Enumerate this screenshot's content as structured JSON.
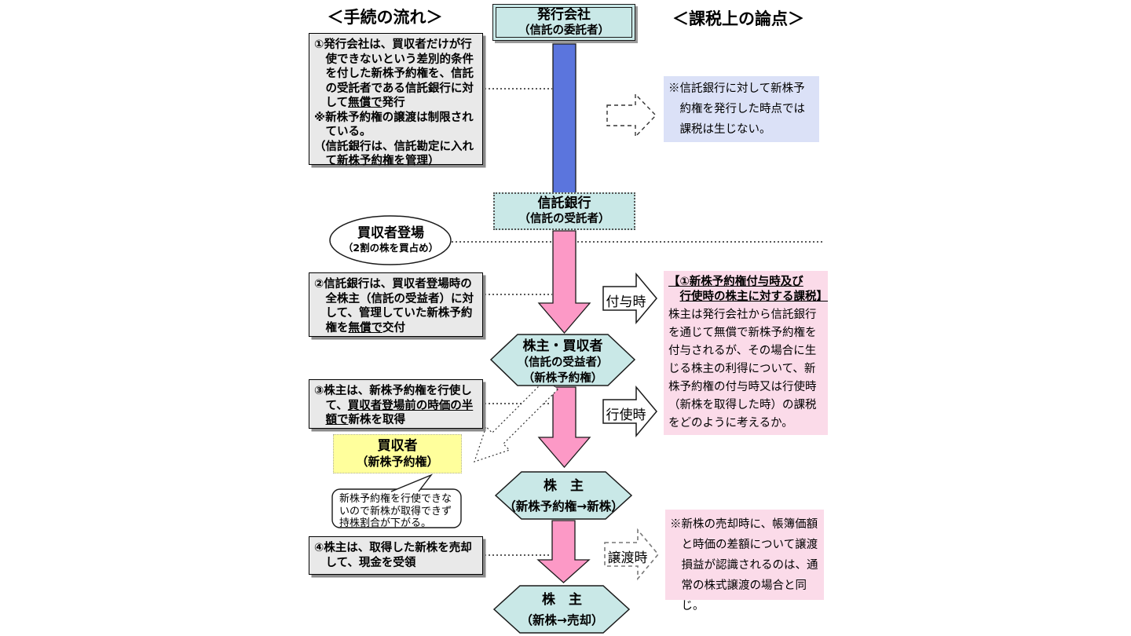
{
  "colors": {
    "flow_blue": "#5b75dd",
    "flow_pink": "#fc99c6",
    "entity_cyan": "#c9e8e7",
    "note_blue_bg": "#dbe1f7",
    "note_pink_bg": "#fbdbe9",
    "acquirer_yellow": "#ffff9c",
    "step_gray": "#e9e9e9"
  },
  "headers": {
    "procedure": "＜手続の流れ＞",
    "tax": "＜課税上の論点＞"
  },
  "entities": {
    "issuer": {
      "title": "発行会社",
      "subtitle": "（信託の委託者）"
    },
    "trust_bank": {
      "title": "信託銀行",
      "subtitle": "（信託の受託者）"
    },
    "shareholder_acquirer": {
      "title": "株主・買収者",
      "subtitle1": "（信託の受益者）",
      "subtitle2": "（新株予約権）"
    },
    "shareholder_new_shares": {
      "title": "株　主",
      "subtitle": "（新株予約権→新株）"
    },
    "shareholder_sale": {
      "title": "株　主",
      "subtitle": "（新株→売却）"
    },
    "acquirer": {
      "title": "買収者",
      "subtitle": "（新株予約権）"
    }
  },
  "acquirer_event": {
    "title": "買収者登場",
    "subtitle": "（2割の株を買占め）"
  },
  "acquirer_callout": "新株予約権を行使できないので新株が取得できず持株割合が下がる。",
  "steps": {
    "step1": {
      "text": "①発行会社は、買収者だけが行使できないという差別的条件を付した新株予約権を、信託の受託者である信託銀行に対して",
      "emphasis": "無償で",
      "tail": "発行",
      "note": "※新株予約権の譲渡は制限されている。",
      "paren": "（信託銀行は、信託勘定に入れて新株予約権を管理）"
    },
    "step2": {
      "text": "②信託銀行は、買収者登場時の全株主（信託の受益者）に対して、管理していた新株予約権を",
      "emphasis": "無償で",
      "tail": "交付"
    },
    "step3": {
      "text": "③株主は、新株予約権を行使して、",
      "emphasis": "買収者登場前の時価の半額で",
      "tail": "新株を取得"
    },
    "step4": {
      "text": "④株主は、取得した新株を売却して、現金を受領"
    }
  },
  "tax_notes": {
    "issuance": "※信託銀行に対して新株予約権を発行した時点では課税は生じない。",
    "grant_exercise_title1": "【①新株予約権付与時及び",
    "grant_exercise_title2": "行使時の株主に対する課税】",
    "grant_exercise_body": "株主は発行会社から信託銀行を通じて無償で新株予約権を付与されるが、その場合に生じる株主の利得について、新株予約権の付与時又は行使時（新株を取得した時）の課税をどのように考えるか。",
    "sale": "※新株の売却時に、帳簿価額と時価の差額について譲渡損益が認識されるのは、通常の株式譲渡の場合と同じ。"
  },
  "timing_labels": {
    "grant": "付与時",
    "exercise": "行使時",
    "transfer": "譲渡時"
  }
}
